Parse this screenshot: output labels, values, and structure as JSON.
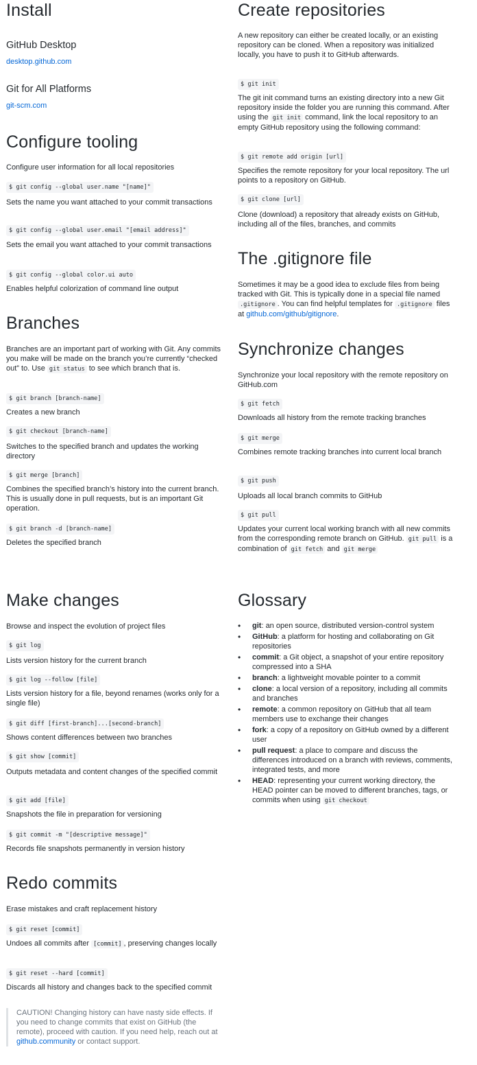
{
  "install": {
    "title": "Install",
    "desktop_heading": "GitHub Desktop",
    "desktop_link": "desktop.github.com",
    "git_heading": "Git for All Platforms",
    "git_link": "git-scm.com"
  },
  "configure": {
    "title": "Configure tooling",
    "intro": "Configure user information for all local repositories",
    "items": [
      {
        "cmd": "$ git config --global user.name \"[name]\"",
        "desc": "Sets the name you want attached to your commit transactions"
      },
      {
        "cmd": "$ git config --global user.email \"[email address]\"",
        "desc": "Sets the email you want attached to your commit transactions"
      },
      {
        "cmd": "$ git config --global color.ui auto",
        "desc": "Enables helpful colorization of command line output"
      }
    ]
  },
  "branches": {
    "title": "Branches",
    "intro_before": "Branches are an important part of working with Git. Any commits you make will be made on the branch you’re currently “checked out” to. Use ",
    "intro_code": "git status",
    "intro_after": " to see which branch that is.",
    "items": [
      {
        "cmd": "$ git branch [branch-name]",
        "desc": "Creates a new branch"
      },
      {
        "cmd": "$ git checkout [branch-name]",
        "desc": "Switches to the specified branch and updates the working directory"
      },
      {
        "cmd": "$ git merge [branch]",
        "desc": "Combines the specified branch’s history into the current branch. This is usually done in pull requests, but is an important Git operation."
      },
      {
        "cmd": "$ git branch -d [branch-name]",
        "desc": "Deletes the specified branch"
      }
    ]
  },
  "create": {
    "title": "Create repositories",
    "intro": "A new repository can either be created locally, or an existing repository can be cloned. When a repository was initialized locally, you have to push it to GitHub afterwards.",
    "init_cmd": "$ git init",
    "init_desc_before": "The git init command turns an existing directory into a new Git repository inside the folder you are running this command. After using the ",
    "init_desc_code": "git init",
    "init_desc_after": " command, link the local repository to an empty GitHub repository using the following command:",
    "remote_cmd": "$ git remote add origin [url]",
    "remote_desc": "Specifies the remote repository for your local repository. The url points to a repository on GitHub.",
    "clone_cmd": "$ git clone [url]",
    "clone_desc": "Clone (download) a repository that already exists on GitHub, including all of the files, branches, and commits"
  },
  "gitignore": {
    "title": "The .gitignore file",
    "text_1": "Sometimes it may be a good idea to exclude files from being tracked with Git. This is typically done in a special file named ",
    "code_1": ".gitignore",
    "text_2": ". You can find helpful templates for ",
    "code_2": ".gitignore",
    "text_3": " files at ",
    "link": "github.com/github/gitignore",
    "text_4": "."
  },
  "sync": {
    "title": "Synchronize changes",
    "intro": "Synchronize your local repository with the remote repository on GitHub.com",
    "items": [
      {
        "cmd": "$ git fetch",
        "desc": "Downloads all history from the remote tracking branches"
      },
      {
        "cmd": "$ git merge",
        "desc": "Combines remote tracking branches into current local branch"
      },
      {
        "cmd": "$ git push",
        "desc": "Uploads all local branch commits to GitHub"
      },
      {
        "cmd": "$ git pull",
        "desc": ""
      }
    ],
    "pull_desc_1": "Updates your current local working branch with all new commits from the corresponding remote branch on GitHub. ",
    "pull_code_1": "git pull",
    "pull_desc_2": " is a combination of ",
    "pull_code_2": "git fetch",
    "pull_desc_3": " and ",
    "pull_code_3": "git merge"
  },
  "make_changes": {
    "title": "Make changes",
    "intro": "Browse and inspect the evolution of project files",
    "items": [
      {
        "cmd": "$ git log",
        "desc": "Lists version history for the current branch"
      },
      {
        "cmd": "$ git log --follow [file]",
        "desc": "Lists version history for a file, beyond renames (works only for a single file)"
      },
      {
        "cmd": "$ git diff [first-branch]...[second-branch]",
        "desc": "Shows content differences between two branches"
      },
      {
        "cmd": "$ git show [commit]",
        "desc": "Outputs metadata and content changes of the specified commit"
      },
      {
        "cmd": "$ git add [file]",
        "desc": "Snapshots the file in preparation for versioning"
      },
      {
        "cmd": "$ git commit -m \"[descriptive message]\"",
        "desc": "Records file snapshots permanently in version history"
      }
    ]
  },
  "redo": {
    "title": "Redo commits",
    "intro": "Erase mistakes and craft replacement history",
    "reset_cmd": "$ git reset [commit]",
    "reset_desc_1": "Undoes all commits after ",
    "reset_desc_code": "[commit]",
    "reset_desc_2": ", preserving changes locally",
    "hard_cmd": "$ git reset --hard [commit]",
    "hard_desc": "Discards all history and changes back to the specified commit",
    "caution_1": "CAUTION! Changing history can have nasty side effects. If you need to change commits that exist on GitHub (the remote), proceed with caution. If you need help, reach out at ",
    "caution_link": "github.community",
    "caution_2": " or contact support."
  },
  "glossary": {
    "title": "Glossary",
    "items": [
      {
        "term": "git",
        "def": ": an open source, distributed version-control system"
      },
      {
        "term": "GitHub",
        "def": ": a platform for hosting and collaborating on Git repositories"
      },
      {
        "term": "commit",
        "def": ": a Git object, a snapshot of your entire repository compressed into a SHA"
      },
      {
        "term": "branch",
        "def": ": a lightweight movable pointer to a commit"
      },
      {
        "term": "clone",
        "def": ": a local version of a repository, including all commits and branches"
      },
      {
        "term": "remote",
        "def": ": a common repository on GitHub that all team members use to exchange their changes"
      },
      {
        "term": "fork",
        "def": ": a copy of a repository on GitHub owned by a different user"
      },
      {
        "term": "pull request",
        "def": ": a place to compare and discuss the differences introduced on a branch with reviews, comments, integrated tests, and more"
      },
      {
        "term": "HEAD",
        "def": ": representing your current working directory, the HEAD pointer can be moved to different branches, tags, or commits when using "
      }
    ],
    "head_code": "git checkout",
    "bullet": "•"
  }
}
